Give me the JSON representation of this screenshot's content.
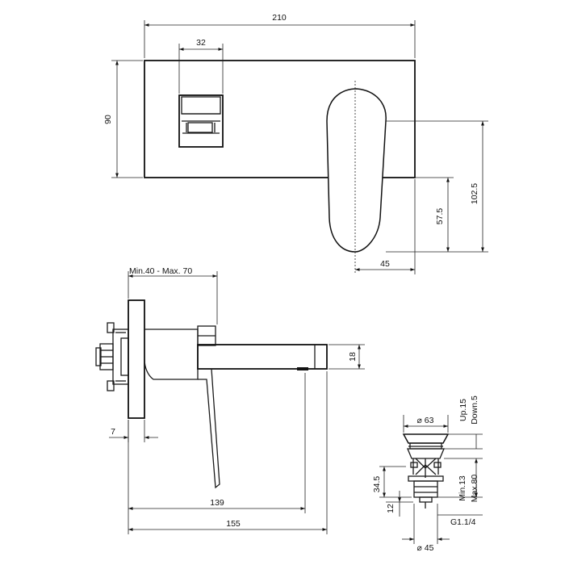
{
  "top_view": {
    "overall_width": "210",
    "window_width": "32",
    "plate_height": "90",
    "spout_width": "45",
    "lever_low": "57.5",
    "lever_high": "102.5"
  },
  "side_view": {
    "wall_range": "Min.40 - Max. 70",
    "spout_height": "18",
    "plate_depth": "7",
    "outlet_reach": "139",
    "total_reach": "155"
  },
  "drain": {
    "cap_diameter": "⌀ 63",
    "lift_up": "Up.15",
    "lift_down": "Down.5",
    "body_height": "34.5",
    "flange_height": "12",
    "min_range": "Min.13",
    "max_range": "Max.80",
    "thread": "G1.1/4",
    "bottom_diameter": "⌀ 45"
  }
}
